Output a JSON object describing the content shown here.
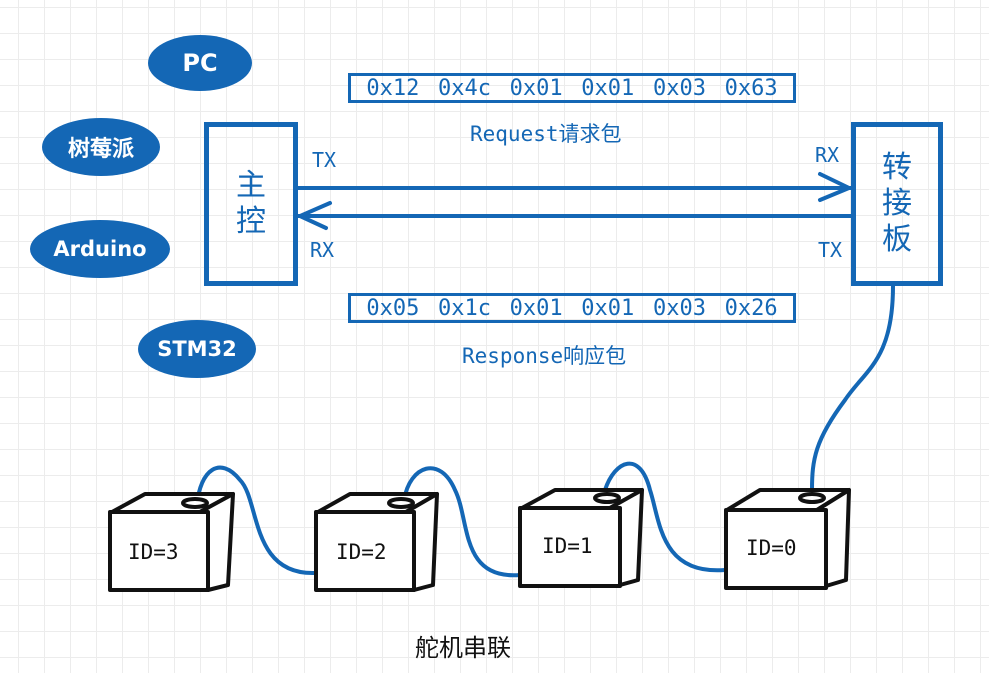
{
  "controllers": [
    "PC",
    "树莓派",
    "Arduino",
    "STM32"
  ],
  "main_controller": {
    "label": "主控",
    "tx": "TX",
    "rx": "RX"
  },
  "adapter_board": {
    "label": "转接板",
    "tx": "TX",
    "rx": "RX"
  },
  "request": {
    "bytes": [
      "0x12",
      "0x4c",
      "0x01",
      "0x01",
      "0x03",
      "0x63"
    ],
    "caption": "Request请求包"
  },
  "response": {
    "bytes": [
      "0x05",
      "0x1c",
      "0x01",
      "0x01",
      "0x03",
      "0x26"
    ],
    "caption": "Response响应包"
  },
  "servos": [
    "ID=3",
    "ID=2",
    "ID=1",
    "ID=0"
  ],
  "footer": "舵机串联",
  "colors": {
    "accent": "#1467b5",
    "outline": "#111111"
  }
}
